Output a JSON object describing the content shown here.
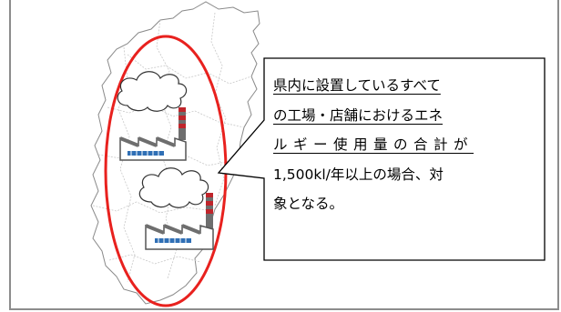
{
  "callout": {
    "lines": [
      "県内に設置しているすべて",
      "の工場・店舗におけるエネ",
      "ルギー使用量の合計が",
      "1,500kl/年以上の場合、対",
      "象となる。"
    ]
  },
  "colors": {
    "highlight_ellipse": "#e8211e",
    "map_outline": "#8a8a8a",
    "factory_body": "#6e6e6e",
    "chimney_stripe": "#c0252b",
    "window_strip": "#2f6fb5"
  },
  "icons": [
    "map-iwate-outline",
    "factory-icon",
    "smoke-cloud-icon"
  ]
}
